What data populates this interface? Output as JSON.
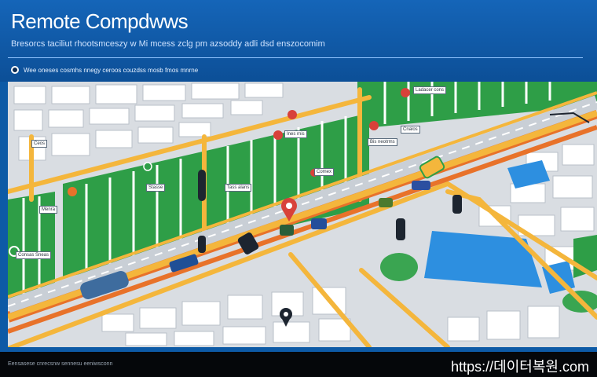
{
  "header": {
    "title": "Remote Compdwws",
    "subtitle": "Bresorcs taciliut rhootsmceszy w Mi mcess zclg pm azsoddy adli dsd enszocomim",
    "breadcrumb": "Wee oneses cosmhs nnegy ceroos couzdss mosb fmos mnrne"
  },
  "map": {
    "labels": [
      "Ladacer cons",
      "Ceos",
      "Ines rnis",
      "Bis neotrms",
      "Tass alans",
      "Comex",
      "Stasse",
      "Menra",
      "Consas Sneas",
      "Cnalos"
    ],
    "colors": {
      "road_major": "#f4b63c",
      "road_highway": "#e8722a",
      "park": "#2e9e47",
      "water": "#2d8fe0",
      "block": "#ffffff",
      "ground": "#d9dde2"
    }
  },
  "footer": {
    "caption": "Eensasese cnrecsnw sennesu eeniwsconn",
    "url": "https://데이터복원.com"
  }
}
